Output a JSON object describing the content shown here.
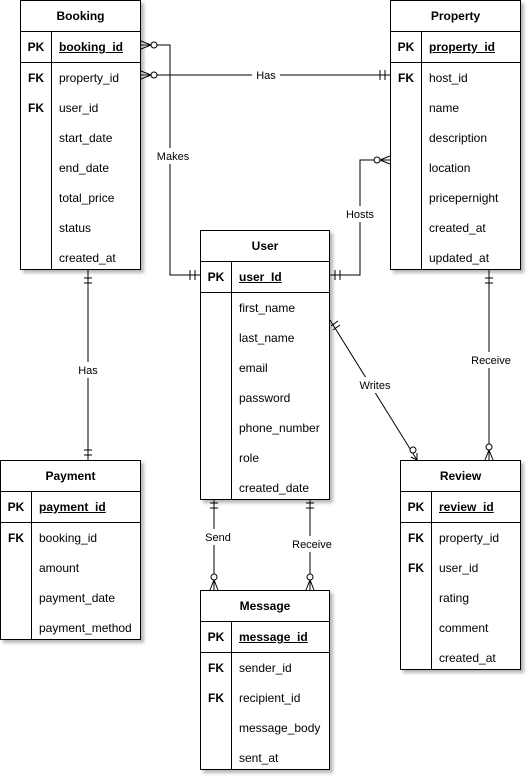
{
  "entities": {
    "booking": {
      "title": "Booking",
      "pk": {
        "key": "PK",
        "name": "booking_id"
      },
      "fields": [
        {
          "key": "FK",
          "name": "property_id"
        },
        {
          "key": "FK",
          "name": "user_id"
        },
        {
          "key": "",
          "name": "start_date"
        },
        {
          "key": "",
          "name": "end_date"
        },
        {
          "key": "",
          "name": "total_price"
        },
        {
          "key": "",
          "name": "status"
        },
        {
          "key": "",
          "name": "created_at"
        }
      ]
    },
    "property": {
      "title": "Property",
      "pk": {
        "key": "PK",
        "name": "property_id"
      },
      "fields": [
        {
          "key": "FK",
          "name": "host_id"
        },
        {
          "key": "",
          "name": "name"
        },
        {
          "key": "",
          "name": "description"
        },
        {
          "key": "",
          "name": "location"
        },
        {
          "key": "",
          "name": "pricepernight"
        },
        {
          "key": "",
          "name": "created_at"
        },
        {
          "key": "",
          "name": "updated_at"
        }
      ]
    },
    "user": {
      "title": "User",
      "pk": {
        "key": "PK",
        "name": "user_Id"
      },
      "fields": [
        {
          "key": "",
          "name": "first_name"
        },
        {
          "key": "",
          "name": "last_name"
        },
        {
          "key": "",
          "name": "email"
        },
        {
          "key": "",
          "name": "password"
        },
        {
          "key": "",
          "name": "phone_number"
        },
        {
          "key": "",
          "name": "role"
        },
        {
          "key": "",
          "name": "created_date"
        }
      ]
    },
    "payment": {
      "title": "Payment",
      "pk": {
        "key": "PK",
        "name": "payment_id"
      },
      "fields": [
        {
          "key": "FK",
          "name": "booking_id"
        },
        {
          "key": "",
          "name": "amount"
        },
        {
          "key": "",
          "name": "payment_date"
        },
        {
          "key": "",
          "name": "payment_method"
        }
      ]
    },
    "message": {
      "title": "Message",
      "pk": {
        "key": "PK",
        "name": "message_id"
      },
      "fields": [
        {
          "key": "FK",
          "name": "sender_id"
        },
        {
          "key": "FK",
          "name": "recipient_id"
        },
        {
          "key": "",
          "name": "message_body"
        },
        {
          "key": "",
          "name": "sent_at"
        }
      ]
    },
    "review": {
      "title": "Review",
      "pk": {
        "key": "PK",
        "name": "review_id"
      },
      "fields": [
        {
          "key": "FK",
          "name": "property_id"
        },
        {
          "key": "FK",
          "name": "user_id"
        },
        {
          "key": "",
          "name": "rating"
        },
        {
          "key": "",
          "name": "comment"
        },
        {
          "key": "",
          "name": "created_at"
        }
      ]
    }
  },
  "relationships": {
    "booking_property": "Has",
    "booking_user": "Makes",
    "property_user": "Hosts",
    "booking_payment": "Has",
    "property_review": "Receive",
    "user_review": "Writes",
    "user_message_send": "Send",
    "user_message_receive": "Receive"
  }
}
